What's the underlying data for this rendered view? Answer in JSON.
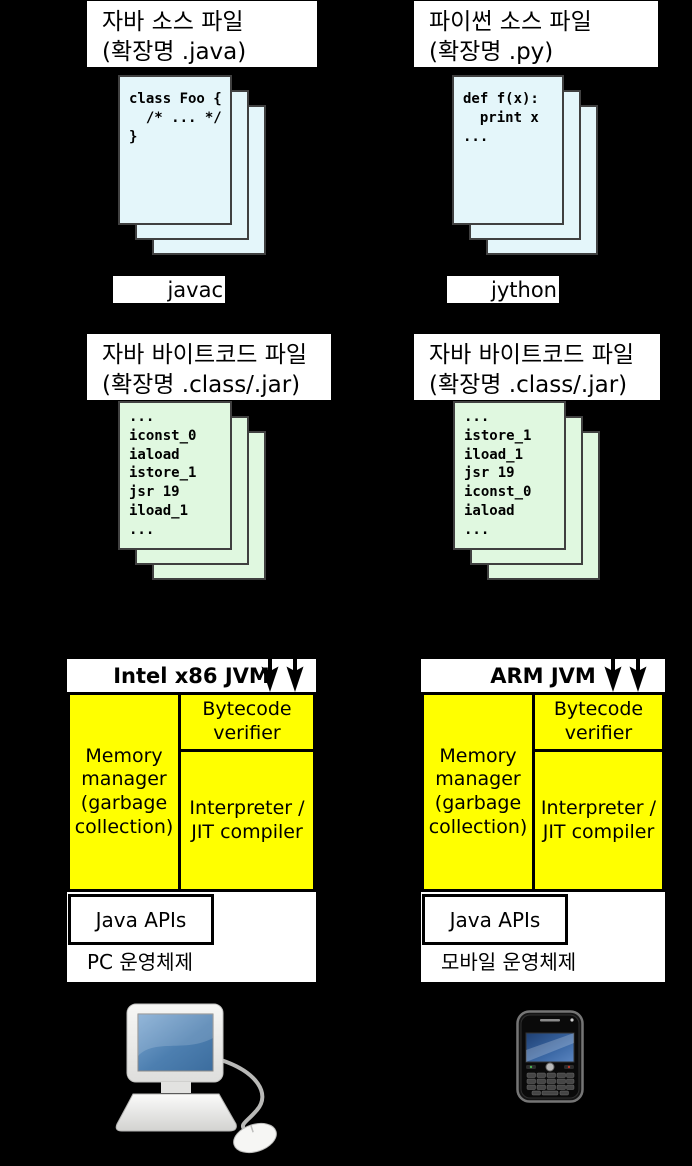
{
  "left_pipeline": {
    "source_title_line1": "자바 소스 파일",
    "source_title_line2": "(확장명 .java)",
    "source_code": "class Foo {\n  /* ... */\n}",
    "compiler_label": "javac",
    "bytecode_title_line1": "자바 바이트코드 파일",
    "bytecode_title_line2": "(확장명 .class/.jar)",
    "bytecode_code": "...\niconst_0\niaload\nistore_1\njsr 19\niload_1\n...",
    "jvm_title": "Intel x86 JVM",
    "java_apis_label": "Java APIs",
    "os_label": "PC 운영체제",
    "machine_image": "desktop-computer"
  },
  "right_pipeline": {
    "source_title_line1": "파이썬 소스 파일",
    "source_title_line2": "(확장명 .py)",
    "source_code": "def f(x):\n  print x\n...",
    "compiler_label": "jython",
    "bytecode_title_line1": "자바 바이트코드 파일",
    "bytecode_title_line2": "(확장명 .class/.jar)",
    "bytecode_code": "...\nistore_1\niload_1\njsr 19\niconst_0\niaload\n...",
    "jvm_title": "ARM JVM",
    "java_apis_label": "Java APIs",
    "os_label": "모바일 운영체제",
    "machine_image": "smartphone"
  },
  "jvm_components": {
    "memory_manager": "Memory manager (garbage collection)",
    "bytecode_verifier": "Bytecode verifier",
    "interpreter": "Interpreter / JIT compiler"
  },
  "icons": {
    "jvm_input": "double-down-arrow"
  },
  "colors": {
    "background": "#000000",
    "panel_bg": "#ffffff",
    "source_doc_bg": "#e4f6fa",
    "bytecode_doc_bg": "#e0f8e0",
    "doc_border": "#404040",
    "jvm_yellow": "#ffff00",
    "screen_blue": "#4d7fb0"
  }
}
